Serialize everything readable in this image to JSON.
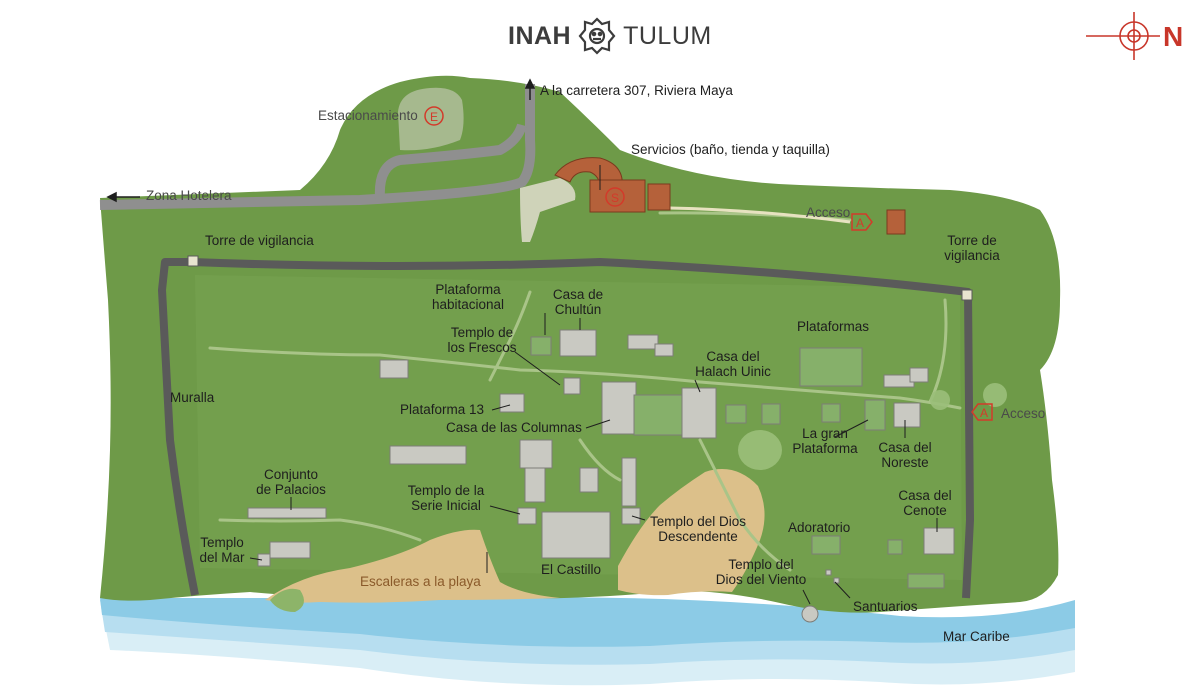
{
  "header": {
    "org": "INAH",
    "site": "TULUM",
    "logo_icon": "inah-glyph-logo",
    "north_symbol": "compass-north-icon",
    "north_letter": "N"
  },
  "labels": {
    "carretera": "A  la carretera 307, Riviera Maya",
    "estacionamiento": "Estacionamiento",
    "estacionamiento_symbol": "E",
    "servicios": "Servicios (baño, tienda y taquilla)",
    "servicios_symbol": "S",
    "zona_hotelera": "Zona Hotelera",
    "acceso_top": "Acceso",
    "acceso_right": "Acceso",
    "acceso_symbol": "A",
    "torre_izq": "Torre de vigilancia",
    "torre_der_1": "Torre de",
    "torre_der_2": "vigilancia",
    "plataforma_hab_1": "Plataforma",
    "plataforma_hab_2": "habitacional",
    "chultun_1": "Casa de",
    "chultun_2": "Chultún",
    "frescos_1": "Templo de",
    "frescos_2": "los Frescos",
    "plataformas": "Plataformas",
    "halach_1": "Casa del",
    "halach_2": "Halach Uinic",
    "muralla": "Muralla",
    "plataforma13": "Plataforma 13",
    "columnas": "Casa de las Columnas",
    "gran_plat_1": "La gran",
    "gran_plat_2": "Plataforma",
    "noreste_1": "Casa del",
    "noreste_2": "Noreste",
    "palacios_1": "Conjunto",
    "palacios_2": "de Palacios",
    "serie_1": "Templo de la",
    "serie_2": "Serie Inicial",
    "descendente_1": "Templo del Dios",
    "descendente_2": "Descendente",
    "cenote_1": "Casa del",
    "cenote_2": "Cenote",
    "adoratorio": "Adoratorio",
    "mar_1": "Templo",
    "mar_2": "del Mar",
    "escaleras": "Escaleras a la playa",
    "castillo": "El Castillo",
    "viento_1": "Templo del",
    "viento_2": "Dios del Viento",
    "santuarios": "Santuarios",
    "mar_caribe": "Mar Caribe"
  },
  "colors": {
    "land": "#6e9a48",
    "land_light": "#86ad62",
    "road": "#8f8f8f",
    "wall": "#5a5a5a",
    "sand": "#dcc08a",
    "sea_1": "#7fc4e0",
    "sea_2": "#a8d8ea",
    "sea_3": "#cfe9f3",
    "structure": "#c9c9c2",
    "service": "#b5613a",
    "marker_red": "#d33a2a"
  }
}
